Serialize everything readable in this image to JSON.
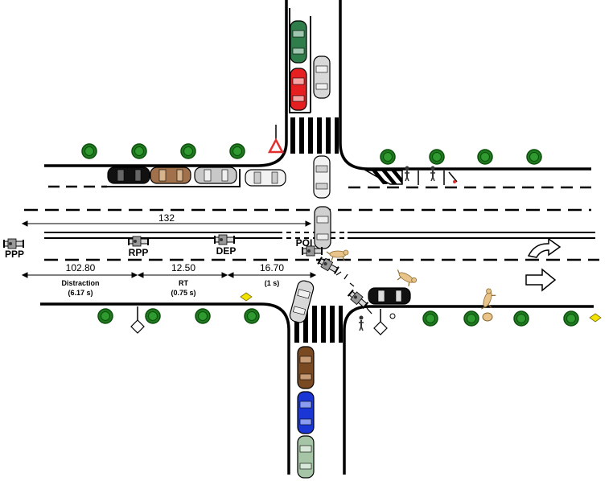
{
  "labels": {
    "ppp": "PPP",
    "rpp": "RPP",
    "dep": "DEP",
    "poi": "POI",
    "total_distance": "132",
    "distraction_distance": "102.80",
    "distraction_caption": "Distraction",
    "distraction_time": "(6.17 s)",
    "rt_distance": "12.50",
    "rt_caption": "RT",
    "rt_time": "(0.75 s)",
    "brake_distance": "16.70",
    "brake_time": "(1 s)"
  },
  "colors": {
    "road_edge": "#000000",
    "tree_fill": "#1f7a1f",
    "tree_ring": "#0d4f0d",
    "warning_sign": "#e03030",
    "diamond_sign": "#f2e200",
    "car_green": "#2e7d4a",
    "car_red": "#e62020",
    "car_black": "#111111",
    "car_brown": "#8a5a2b",
    "car_silver": "#c8c8c8",
    "car_white": "#f2f2f2",
    "car_blue": "#1a37d6",
    "car_pale_green": "#a6c4a6",
    "dog_fill": "#e9c48a"
  },
  "icons": {
    "turn": "curved-turn-arrow-icon",
    "straight": "straight-arrow-icon",
    "warning": "warning-triangle-icon",
    "sign": "diamond-sign-icon",
    "tree": "tree-icon",
    "motorcycle": "motorcycle-icon",
    "pedestrian": "pedestrian-icon",
    "dog": "dog-icon"
  }
}
